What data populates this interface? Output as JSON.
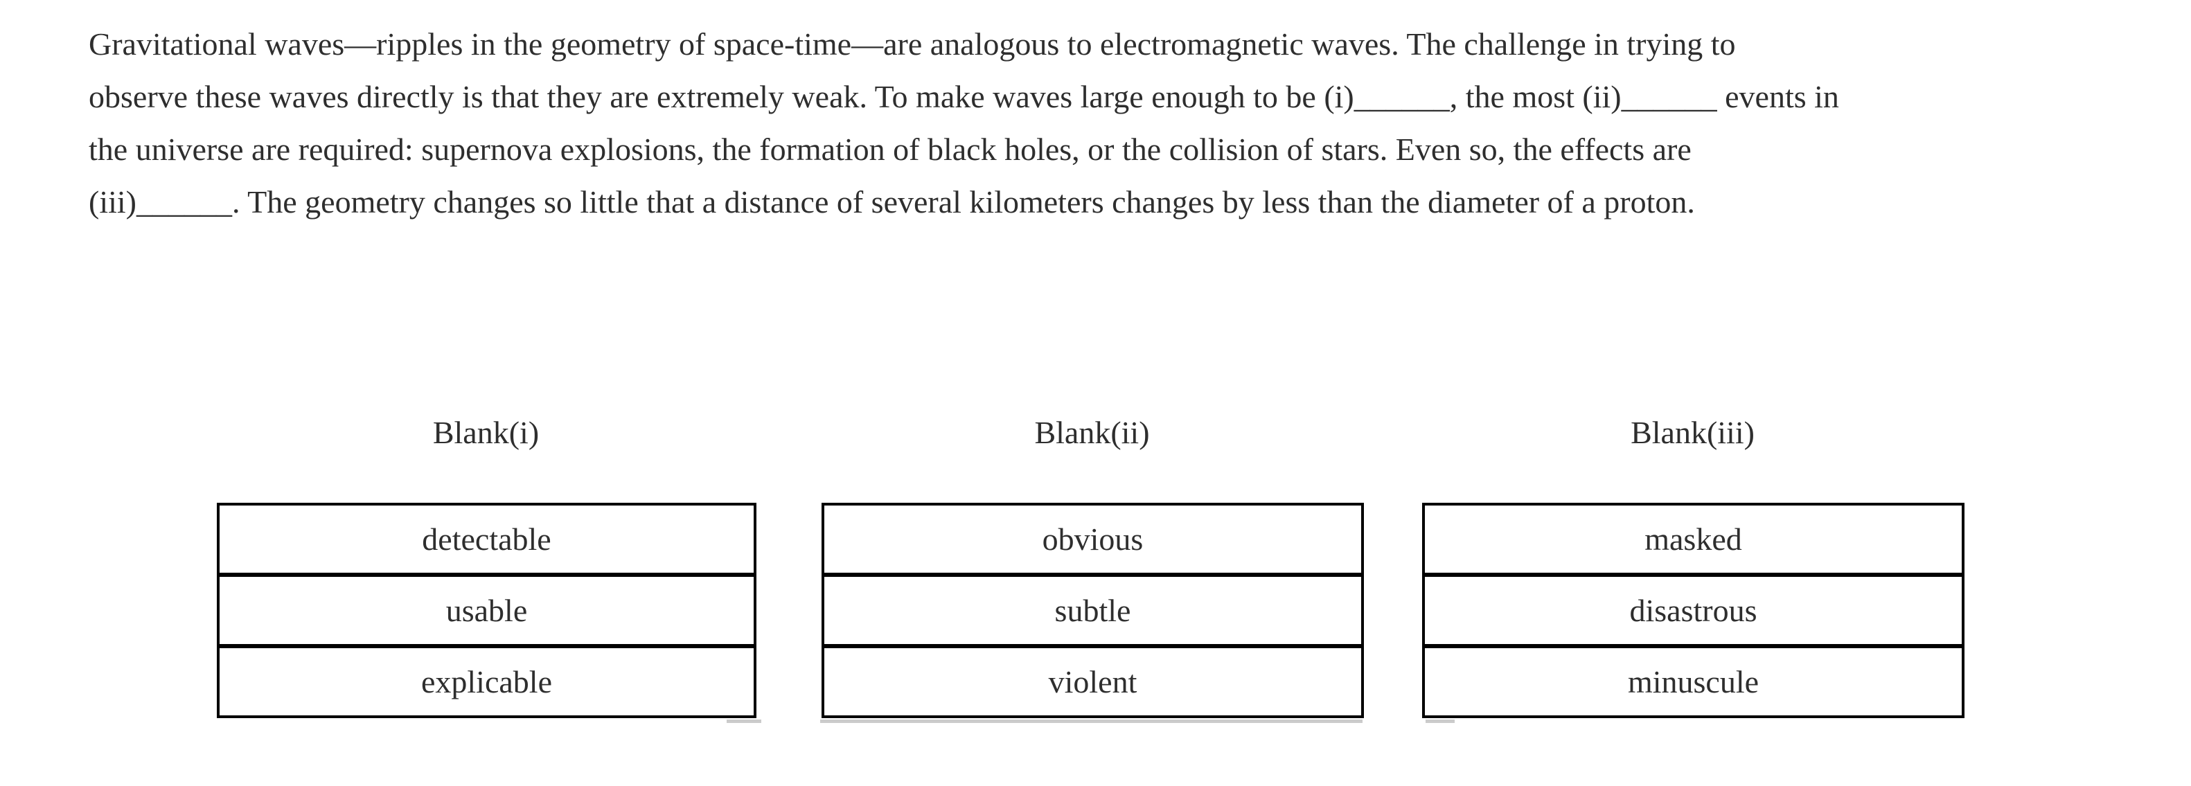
{
  "passage": {
    "lines": [
      "Gravitational waves—ripples in the geometry of space-time—are analogous to electromagnetic waves. The challenge in trying to",
      "observe these waves directly is that they are extremely weak. To make waves large enough to be (i)______, the most (ii)______ events in",
      "the universe are required: supernova explosions, the formation of black holes, or the collision of stars. Even so, the effects are",
      "(iii)______. The geometry changes so little that a distance of several kilometers changes by less than the diameter of a proton."
    ]
  },
  "blanks": [
    {
      "header": "Blank(i)",
      "options": [
        "detectable",
        "usable",
        "explicable"
      ]
    },
    {
      "header": "Blank(ii)",
      "options": [
        "obvious",
        "subtle",
        "violent"
      ]
    },
    {
      "header": "Blank(iii)",
      "options": [
        "masked",
        "disastrous",
        "minuscule"
      ]
    }
  ],
  "colors": {
    "background": "#ffffff",
    "text": "#2e2e2e",
    "table_border": "#000000",
    "shadow_artifact": "#cbcbcb"
  }
}
